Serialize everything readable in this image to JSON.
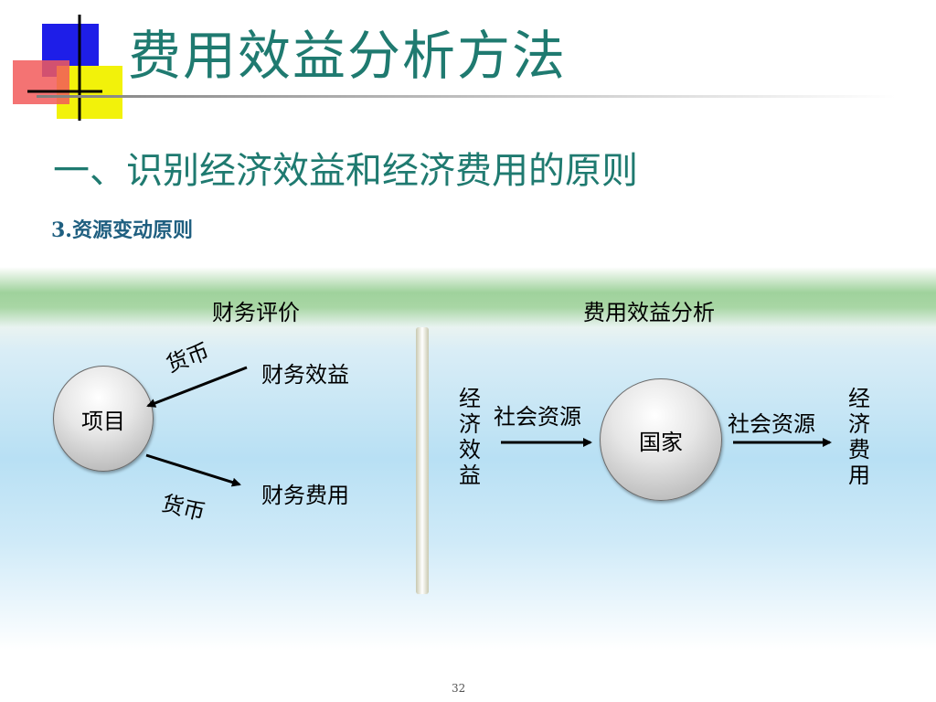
{
  "title": "费用效益分析方法",
  "subtitle": "一、识别经济效益和经济费用的原则",
  "point": "3.资源变动原则",
  "left_panel": {
    "heading": "财务评价",
    "node": "项目",
    "benefit": "财务效益",
    "cost": "财务费用",
    "currency_top": "货币",
    "currency_bottom": "货币"
  },
  "right_panel": {
    "heading": "费用效益分析",
    "node": "国家",
    "left_vertical": "经济效益",
    "right_vertical": "经济费用",
    "resource_in": "社会资源",
    "resource_out": "社会资源"
  },
  "page_number": "32",
  "colors": {
    "title": "#1f7a70",
    "point": "#1f5f80"
  }
}
